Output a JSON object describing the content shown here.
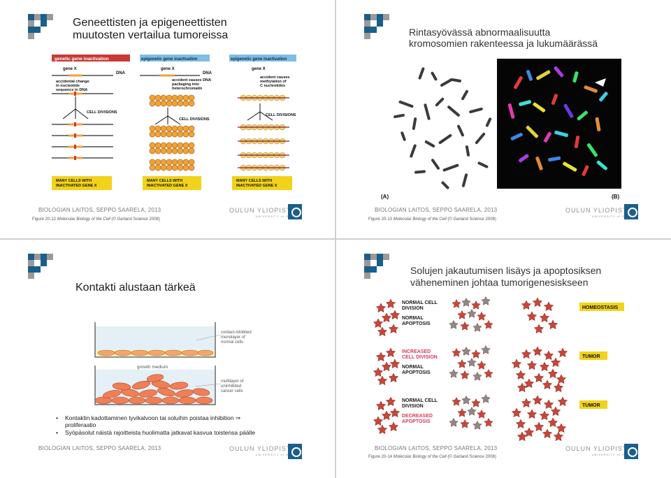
{
  "slides": [
    {
      "title_lines": [
        "Geneettisten ja epigeneettisten",
        "muutosten vertailua tumoreissa"
      ],
      "credit": "BIOLOGIAN LAITOS, SEPPO SAARELA, 2013",
      "figure_ref": {
        "prefix": "Figure 20-12",
        "italic": "Molecular Biology of the Cell",
        "suffix": "(© Garland Science 2008)"
      },
      "figure": {
        "panels": [
          {
            "header": "genetic gene inactivation",
            "gene": "gene X",
            "dna": "DNA",
            "note": [
              "accidental change",
              "in nucleotide",
              "sequence in DNA"
            ],
            "divisions": "CELL DIVISIONS",
            "result": [
              "MANY CELLS WITH",
              "INACTIVATED GENE X"
            ]
          },
          {
            "header": "epigenetic gene inactivation",
            "gene": "gene X",
            "dna": "DNA",
            "note": [
              "accident causes DNA",
              "packaging into",
              "heterochromatin"
            ],
            "divisions": "CELL DIVISIONS",
            "result": [
              "MANY CELLS WITH",
              "INACTIVATED GENE X"
            ]
          },
          {
            "header": "epigenetic gene inactivation",
            "gene": "gene X",
            "dna": "",
            "note": [
              "accident causes",
              "methylation of",
              "C nucleotides"
            ],
            "divisions": "CELL DIVISIONS",
            "result": [
              "MANY CELLS WITH",
              "INACTIVATED GENE X"
            ]
          }
        ]
      }
    },
    {
      "title_lines": [
        "Rintasyövässä abnormaalisuutta",
        "kromosomien rakenteessa ja lukumäärässä"
      ],
      "credit": "BIOLOGIAN LAITOS, SEPPO SAARELA, 2013",
      "figure_ref": {
        "prefix": "Figure 20-13",
        "italic": "Molecular Biology of the Cell",
        "suffix": "(© Garland Science 2008)"
      },
      "figure": {
        "panel_a": "(A)",
        "panel_b": "(B)"
      }
    },
    {
      "title_lines": [
        "Kontakti alustaan tärkeä"
      ],
      "credit": "BIOLOGIAN LAITOS, SEPPO SAARELA, 2013",
      "figure": {
        "top_label": [
          "contact-inhibited",
          "monolayer of",
          "normal cells"
        ],
        "medium_label": "growth medium",
        "bottom_label": [
          "multilayer of",
          "uninhibited",
          "cancer cells"
        ]
      },
      "bullets": [
        [
          "Kontaktin kadottaminen tyvikalvoon tai soluihin poistaa inhibition ⇒",
          "proliferaatio"
        ],
        [
          "Syöpäsolut näistä rajoitteista huolimatta jatkavat kasvua toistensa päälle"
        ]
      ]
    },
    {
      "title_lines": [
        "Solujen jakautumisen lisäys ja apoptosiksen",
        "väheneminen johtaa tumorigenesiskseen"
      ],
      "credit": "BIOLOGIAN LAITOS, SEPPO SAARELA, 2013",
      "figure_ref": {
        "prefix": "Figure 20-14",
        "italic": "Molecular Biology of the Cell",
        "suffix": "(© Garland Science 2008)"
      },
      "figure": {
        "rows": [
          {
            "div": [
              "NORMAL CELL",
              "DIVISION"
            ],
            "apo": [
              "NORMAL",
              "APOPTOSIS"
            ],
            "outcome": "HOMEOSTASIS",
            "div_color": "#1a1a1a",
            "apo_color": "#1a1a1a"
          },
          {
            "div": [
              "INCREASED",
              "CELL DIVISION"
            ],
            "apo": [
              "NORMAL",
              "APOPTOSIS"
            ],
            "outcome": "TUMOR",
            "div_color": "#d63a5a",
            "apo_color": "#1a1a1a"
          },
          {
            "div": [
              "NORMAL CELL",
              "DIVISION"
            ],
            "apo": [
              "DECREASED",
              "APOPTOSIS"
            ],
            "outcome": "TUMOR",
            "div_color": "#1a1a1a",
            "apo_color": "#d63a5a"
          }
        ]
      }
    }
  ],
  "university": {
    "name": "OULUN YLIOPISTO",
    "sub": "UNIVERSITY of OULU"
  },
  "colors": {
    "logo_blue": "#1a5e8c",
    "logo_gray": "#9a9a9a",
    "highlight_yellow": "#f2d31b",
    "cell_red": "#c9463a",
    "chromatin_orange": "#f1a33a"
  }
}
